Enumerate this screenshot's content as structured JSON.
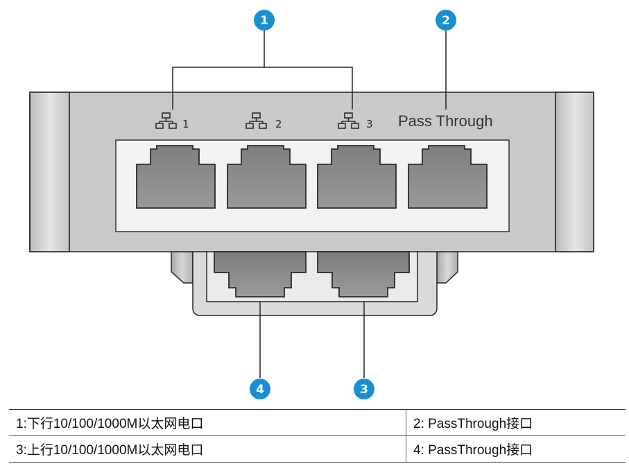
{
  "callouts": [
    "1",
    "2",
    "3",
    "4"
  ],
  "panel": {
    "ports": [
      {
        "icon": "network-icon",
        "label": "1"
      },
      {
        "icon": "network-icon",
        "label": "2"
      },
      {
        "icon": "network-icon",
        "label": "3"
      },
      {
        "label": "Pass Through"
      }
    ]
  },
  "colors": {
    "callout_blue": "#1a8fd0",
    "housing": "#c8c9cb",
    "port_fill": "#8c8c8c"
  },
  "legend": [
    [
      "1:下行10/100/1000M以太网电口",
      "2: PassThrough接口"
    ],
    [
      "3:上行10/100/1000M以太网电口",
      "4: PassThrough接口"
    ]
  ]
}
